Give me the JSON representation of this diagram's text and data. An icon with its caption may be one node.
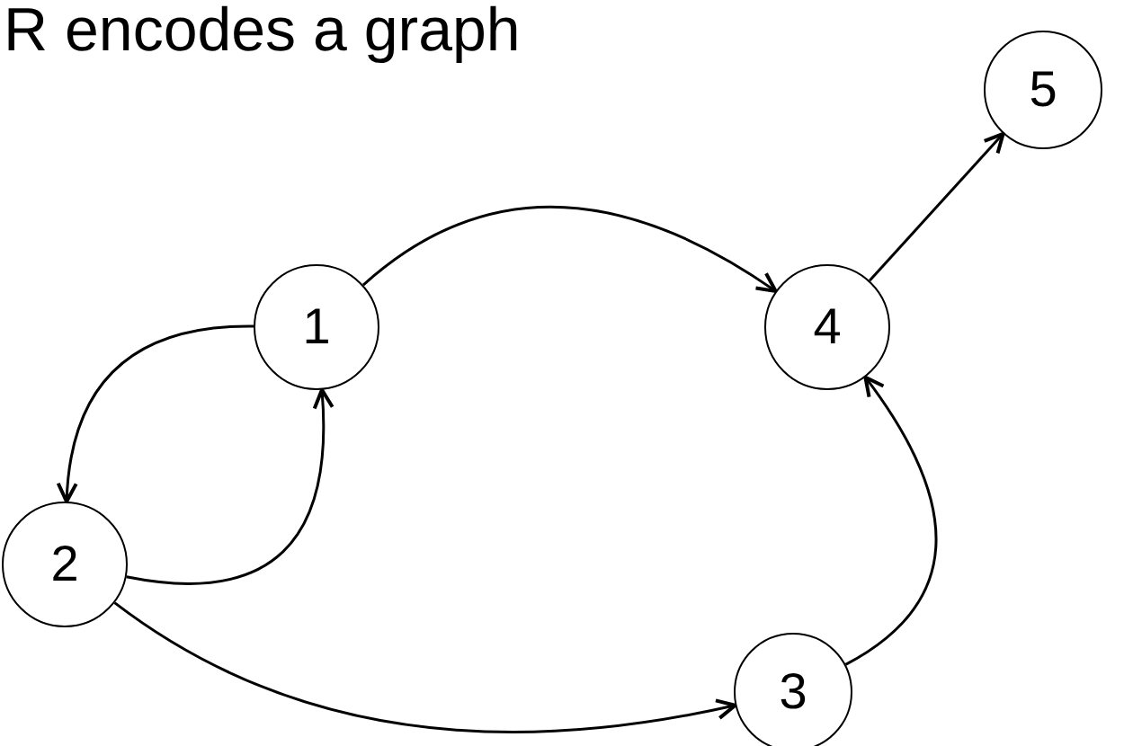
{
  "diagram": {
    "title": "R encodes a graph",
    "nodes": [
      {
        "text": [
          "1"
        ]
      },
      {
        "text": [
          "2"
        ]
      },
      {
        "text": [
          "3"
        ]
      },
      {
        "text": [
          "4"
        ]
      },
      {
        "text": [
          "5"
        ]
      }
    ],
    "edges": [
      {
        "from": 0,
        "to": 3,
        "arrow": "to"
      },
      {
        "from": 0,
        "to": 1,
        "arrow": "to"
      },
      {
        "from": 1,
        "to": 0,
        "arrow": "to"
      },
      {
        "from": 1,
        "to": 2,
        "arrow": "to"
      },
      {
        "from": 2,
        "to": 3,
        "arrow": "to"
      },
      {
        "from": 3,
        "to": 4,
        "arrow": "to"
      }
    ]
  }
}
